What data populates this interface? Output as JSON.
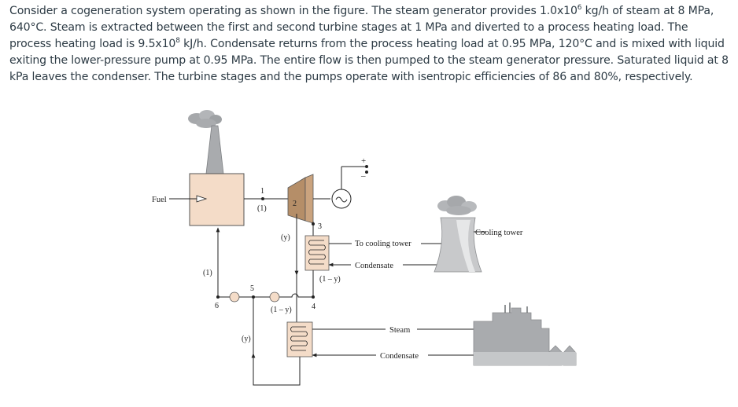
{
  "problem": {
    "s1": "Consider a cogeneration system operating as shown in the figure. The steam generator provides 1.0x10",
    "s1_exp": "6",
    "s2": " kg/h of steam at 8 MPa, 640°C. Steam is extracted between the first and second turbine stages at 1 MPa and diverted to a process heating load.  The process heating load is 9.5x10",
    "s2_exp": "8",
    "s3": " kJ/h.  Condensate returns from the process heating load at 0.95 MPa, 120°C and is mixed with liquid exiting the lower-pressure pump at 0.95 MPa. The entire flow is then pumped to the steam generator pressure. Saturated liquid at 8 kPa leaves the condenser. The turbine stages and the pumps operate with isentropic efficiencies of 86 and 80%, respectively."
  },
  "figure": {
    "fuel": "Fuel",
    "state1": "1",
    "state2": "2",
    "state3": "3",
    "state4": "4",
    "state5": "5",
    "state6": "6",
    "flow1_top": "(1)",
    "flow1_left": "(1)",
    "flow_y_top": "(y)",
    "flow_y_bottom": "(y)",
    "flow_1my_right": "(1 – y)",
    "flow_1my_bottom": "(1 – y)",
    "plus": "+",
    "minus": "–",
    "to_cooling_tower": "To cooling tower",
    "condensate_1": "Condensate",
    "cooling_tower": "Cooling tower",
    "steam": "Steam",
    "condensate_2": "Condensate"
  }
}
